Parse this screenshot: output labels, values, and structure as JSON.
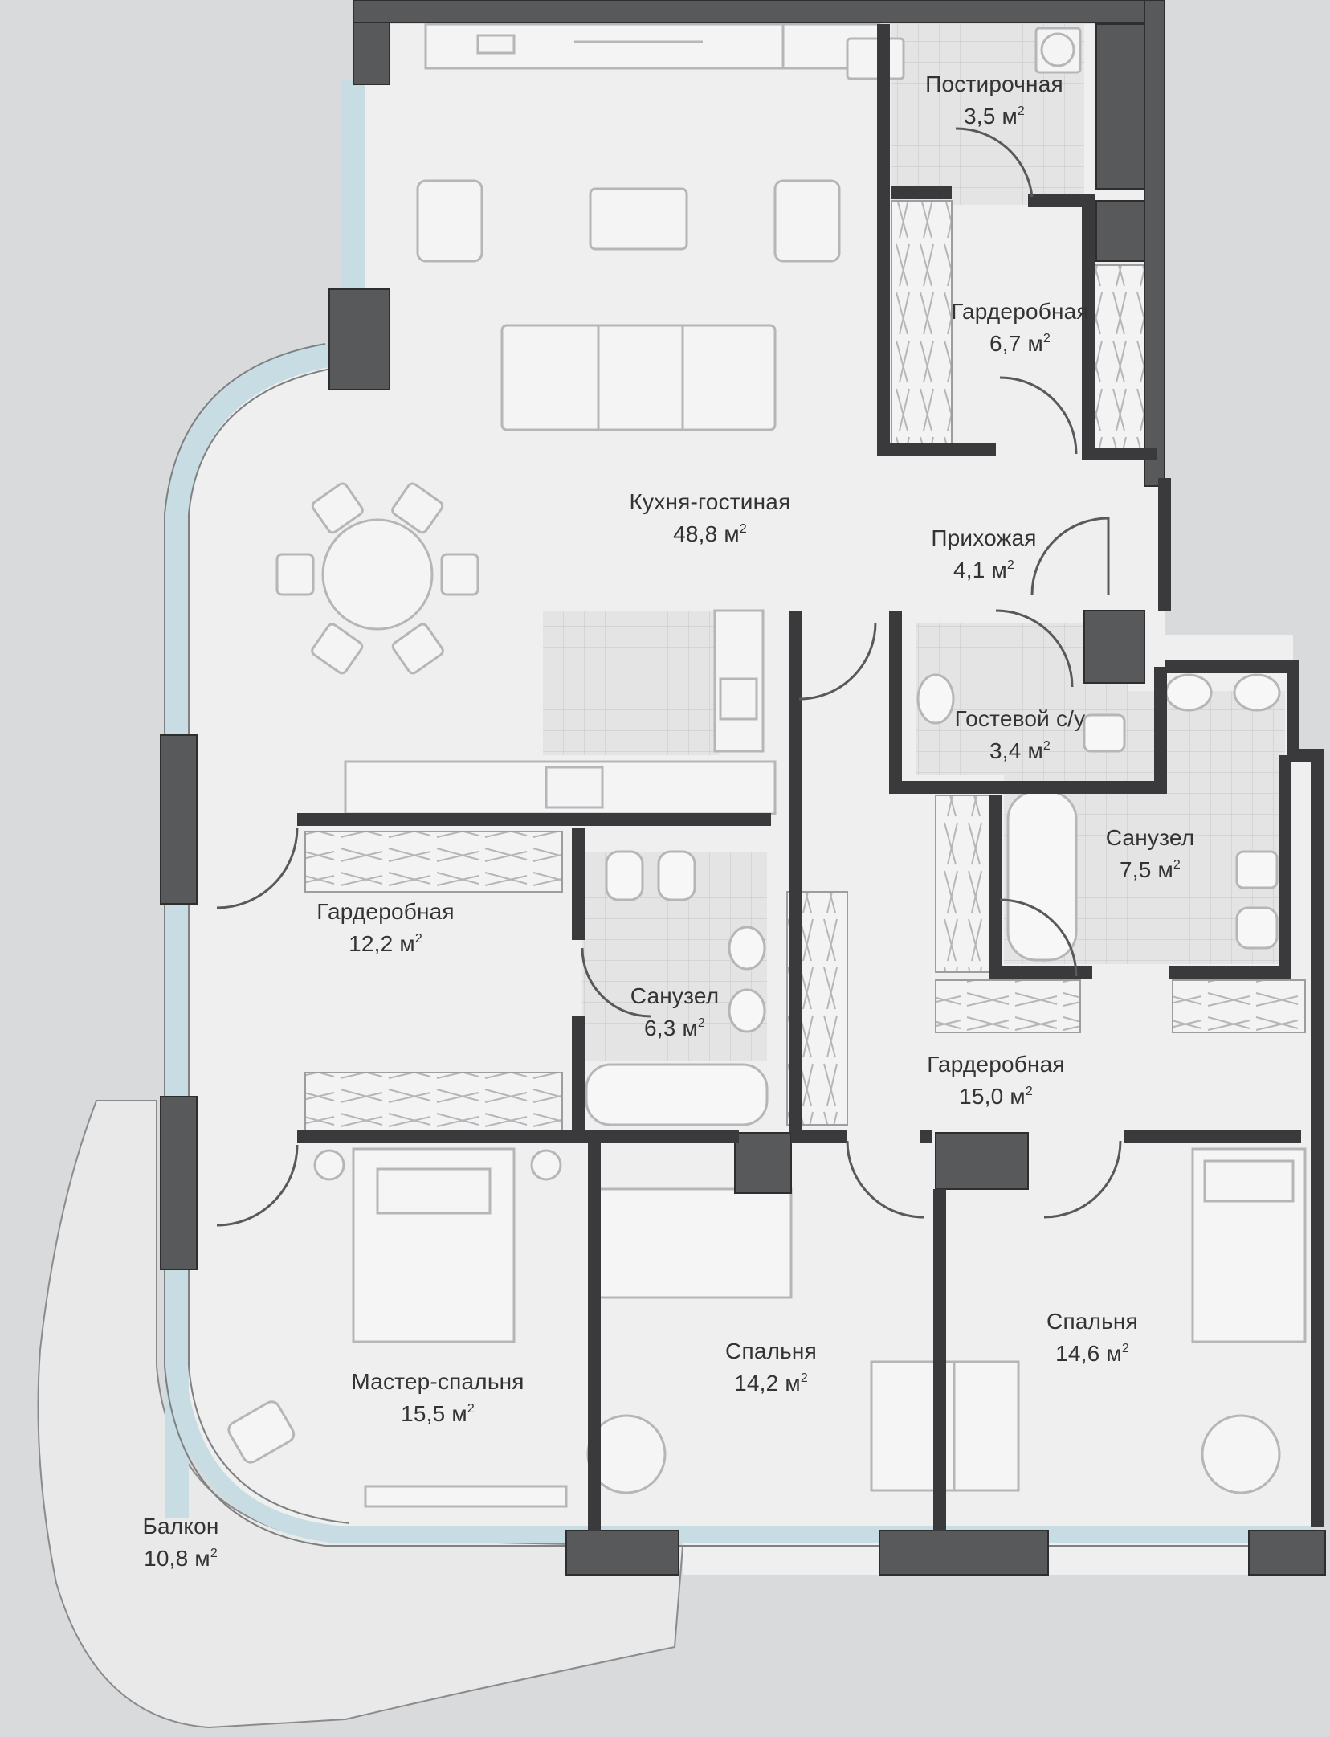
{
  "rooms": {
    "kitchen": {
      "name": "Кухня-гостиная",
      "area": "48,8 м"
    },
    "laundry": {
      "name": "Постирочная",
      "area": "3,5 м"
    },
    "wardrobe1": {
      "name": "Гардеробная",
      "area": "6,7 м"
    },
    "hall": {
      "name": "Прихожая",
      "area": "4,1 м"
    },
    "guest_wc": {
      "name": "Гостевой с/у",
      "area": "3,4 м"
    },
    "bath2": {
      "name": "Санузел",
      "area": "7,5 м"
    },
    "wardrobe2": {
      "name": "Гардеробная",
      "area": "12,2 м"
    },
    "bath1": {
      "name": "Санузел",
      "area": "6,3 м"
    },
    "wardrobe3": {
      "name": "Гардеробная",
      "area": "15,0 м"
    },
    "master": {
      "name": "Мастер-спальня",
      "area": "15,5 м"
    },
    "bedroom1": {
      "name": "Спальня",
      "area": "14,2 м"
    },
    "bedroom2": {
      "name": "Спальня",
      "area": "14,6 м"
    },
    "balcony": {
      "name": "Балкон",
      "area": "10,8 м"
    }
  },
  "unit_superscript": "2",
  "colors": {
    "background": "#d9dadb",
    "floor": "#efefef",
    "wall": "#58595b",
    "wall_outline": "#2e2e2e",
    "glass": "#c8dde3",
    "tile": "#e3e3e3",
    "furniture": "#b5b6b8"
  }
}
